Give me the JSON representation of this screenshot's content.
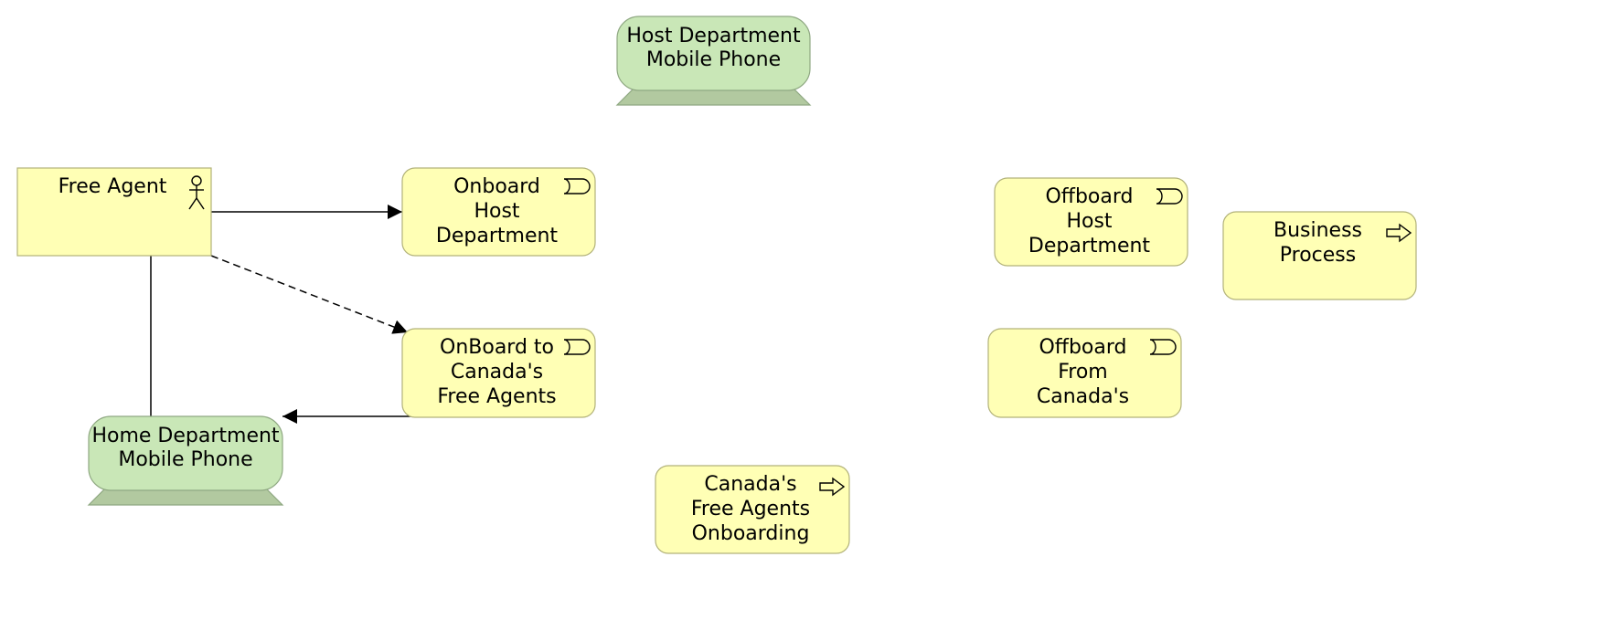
{
  "colors": {
    "business_fill": "#ffffb5",
    "business_stroke": "#b2b27a",
    "device_fill": "#c9e7b7",
    "device_stroke": "#8fa882",
    "device_base": "#b2c9a0",
    "line": "#000000"
  },
  "nodes": {
    "host_device": {
      "kind": "device",
      "lines": [
        "Host Department",
        "Mobile Phone"
      ]
    },
    "free_agent": {
      "kind": "actor",
      "icon": "actor-icon",
      "lines": [
        "Free Agent"
      ]
    },
    "onboard_host": {
      "kind": "event",
      "icon": "event-icon",
      "lines": [
        "Onboard",
        "Host",
        "Department"
      ]
    },
    "onboard_canada": {
      "kind": "event",
      "icon": "event-icon",
      "lines": [
        "OnBoard to",
        "Canada's",
        "Free Agents"
      ]
    },
    "home_device": {
      "kind": "device",
      "lines": [
        "Home Department",
        "Mobile Phone"
      ]
    },
    "canada_onboarding": {
      "kind": "process",
      "icon": "process-arrow-icon",
      "lines": [
        "Canada's",
        "Free Agents",
        "Onboarding"
      ]
    },
    "offboard_host": {
      "kind": "event",
      "icon": "event-icon",
      "lines": [
        "Offboard",
        "Host",
        "Department"
      ]
    },
    "offboard_canada": {
      "kind": "event",
      "icon": "event-icon",
      "lines": [
        "Offboard",
        "From",
        "Canada's"
      ]
    },
    "business_process": {
      "kind": "process",
      "icon": "process-arrow-icon",
      "lines": [
        "Business",
        "Process"
      ]
    }
  },
  "edges": [
    {
      "id": "free-agent-to-onboard-host",
      "from": "free_agent",
      "to": "onboard_host",
      "style": "solid",
      "arrow": true
    },
    {
      "id": "free-agent-to-onboard-canada",
      "from": "free_agent",
      "to": "onboard_canada",
      "style": "dashed",
      "arrow": true
    },
    {
      "id": "free-agent-to-home-device",
      "from": "free_agent",
      "to": "home_device",
      "style": "solid",
      "arrow": false
    },
    {
      "id": "onboard-canada-to-home-device",
      "from": "onboard_canada",
      "to": "home_device",
      "style": "solid",
      "arrow": true
    }
  ]
}
